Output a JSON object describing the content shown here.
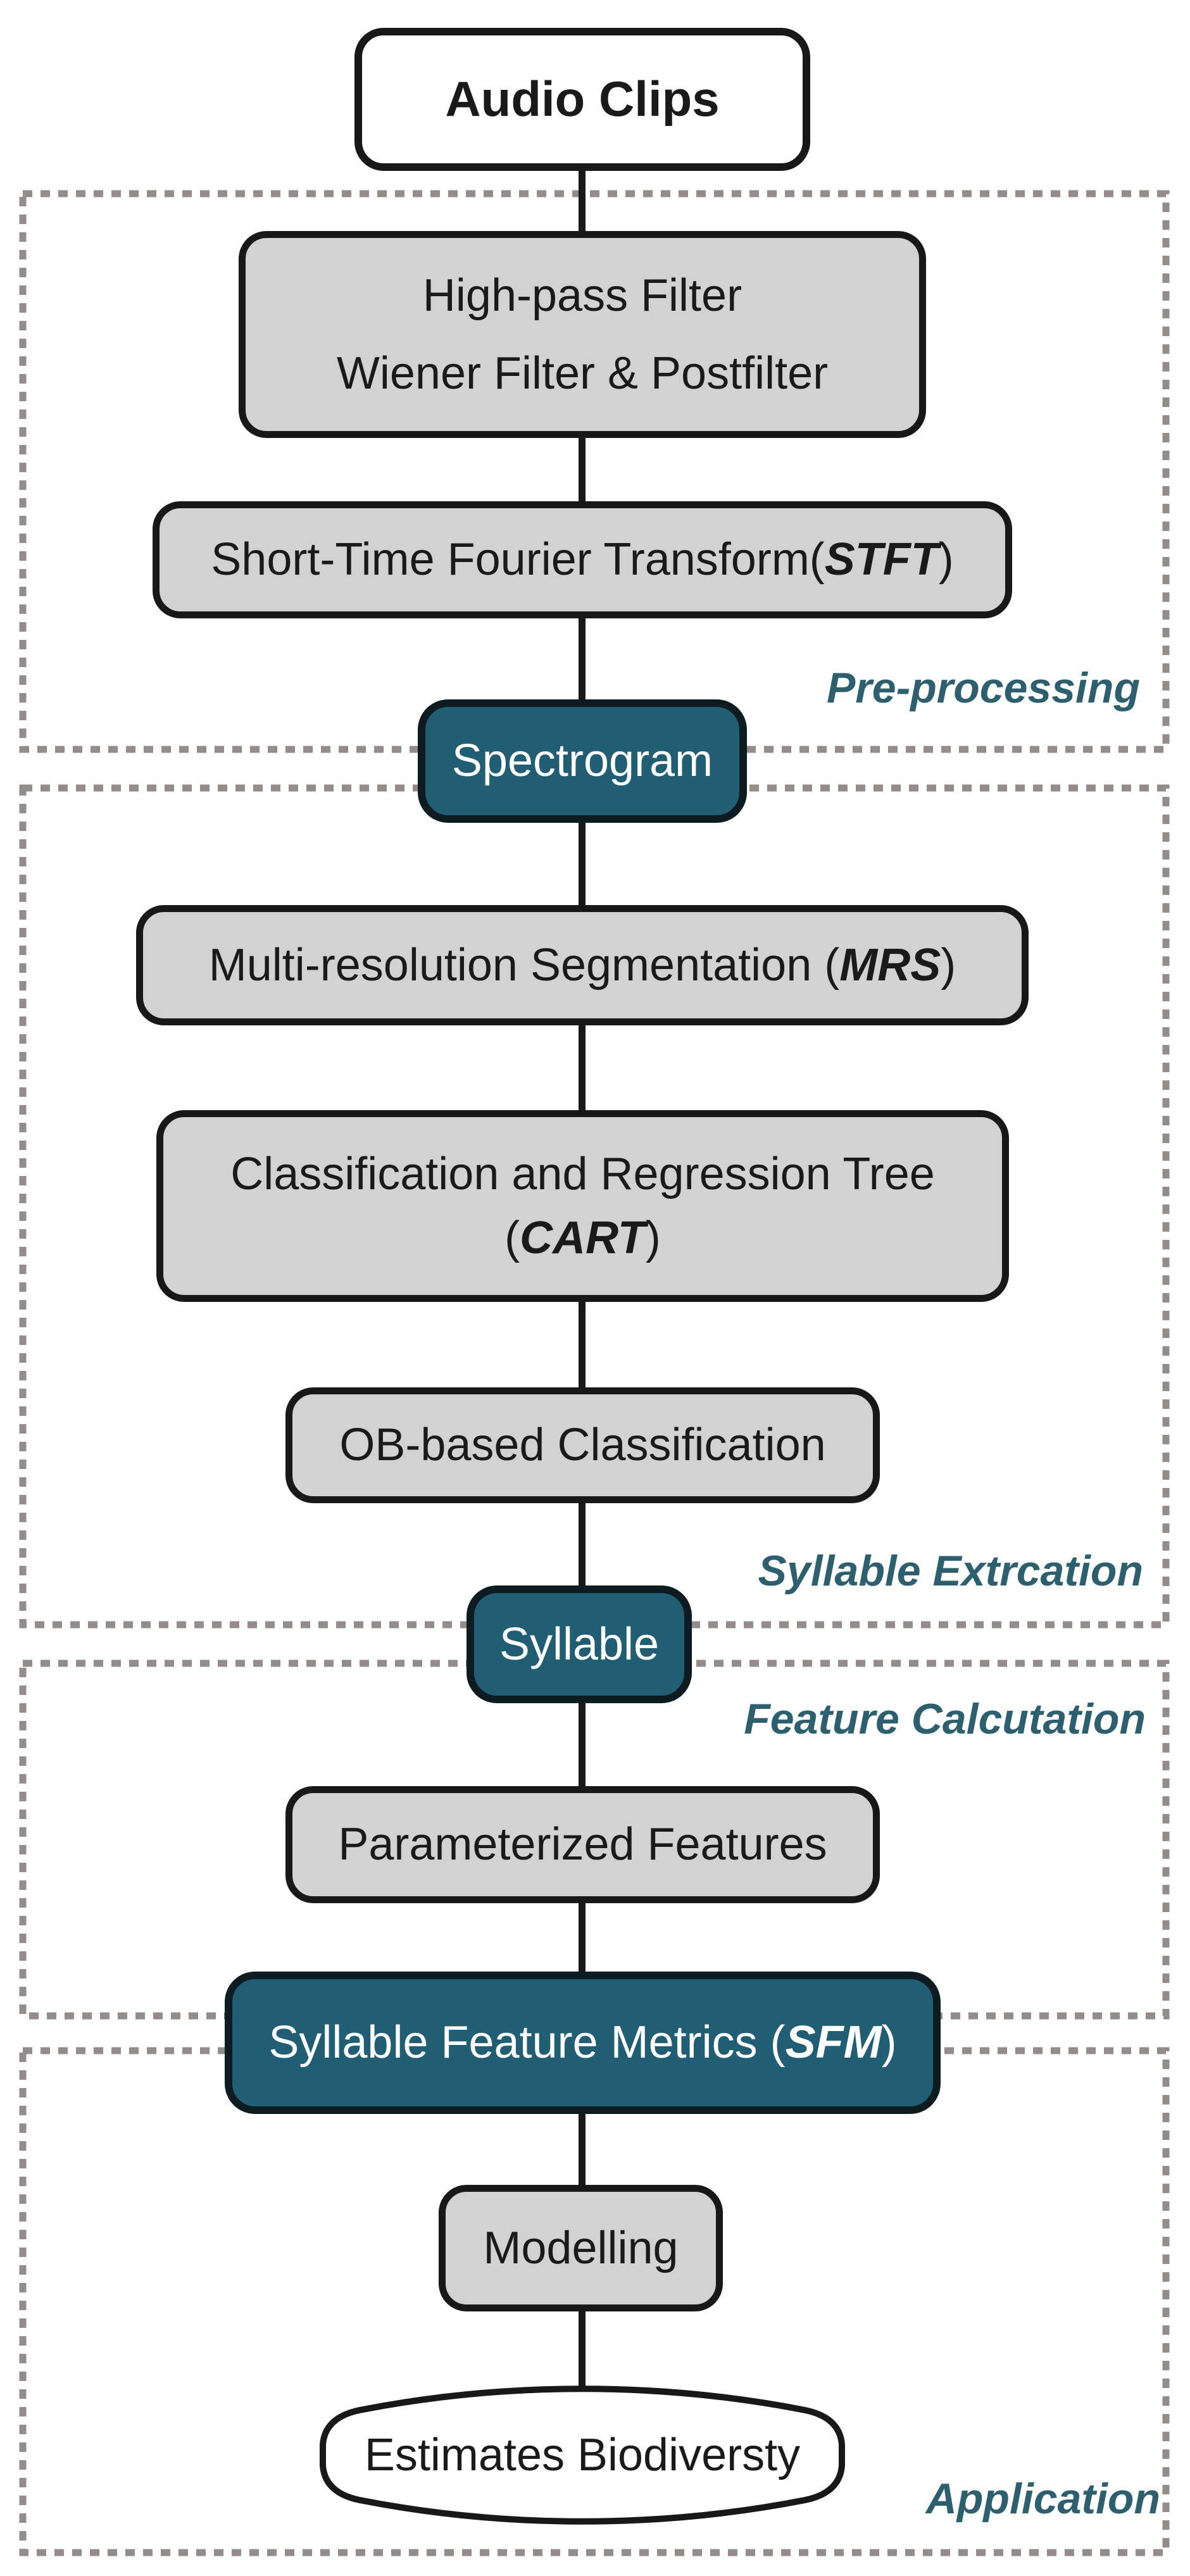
{
  "flowchart": {
    "nodes": {
      "audio_clips": {
        "label": "Audio Clips"
      },
      "filters": {
        "line1": "High-pass Filter",
        "line2": "Wiener Filter & Postfilter"
      },
      "stft": {
        "text": "Short-Time Fourier Transform(",
        "acronym": "STFT",
        "close": ")"
      },
      "spectrogram": {
        "label": "Spectrogram"
      },
      "mrs": {
        "text": "Multi-resolution Segmentation (",
        "acronym": "MRS",
        "close": ")"
      },
      "cart": {
        "line1": "Classification and Regression Tree",
        "open": "(",
        "acronym": "CART",
        "close": ")"
      },
      "ob_classification": {
        "label": "OB-based Classification"
      },
      "syllable": {
        "label": "Syllable"
      },
      "parameterized_features": {
        "label": "Parameterized Features"
      },
      "sfm": {
        "text": "Syllable Feature Metrics (",
        "acronym": "SFM",
        "close": ")"
      },
      "modelling": {
        "label": "Modelling"
      },
      "estimates_biodiversity": {
        "label": "Estimates Biodiversty"
      }
    },
    "stages": {
      "pre_processing": {
        "label": "Pre-processing"
      },
      "syllable_extraction": {
        "label": "Syllable Extrcation"
      },
      "feature_calculation": {
        "label": "Feature Calcutation"
      },
      "application": {
        "label": "Application"
      }
    },
    "colors": {
      "node_gray_fill": "#d2d2d2",
      "node_teal_fill": "#215d73",
      "node_white_fill": "#ffffff",
      "node_border_black": "#181818",
      "dashed_border_gray": "#948c8a",
      "stage_label_teal": "#2d5f6e",
      "teal_node_text": "#ffffff",
      "node_text": "#1a1a1a"
    }
  }
}
